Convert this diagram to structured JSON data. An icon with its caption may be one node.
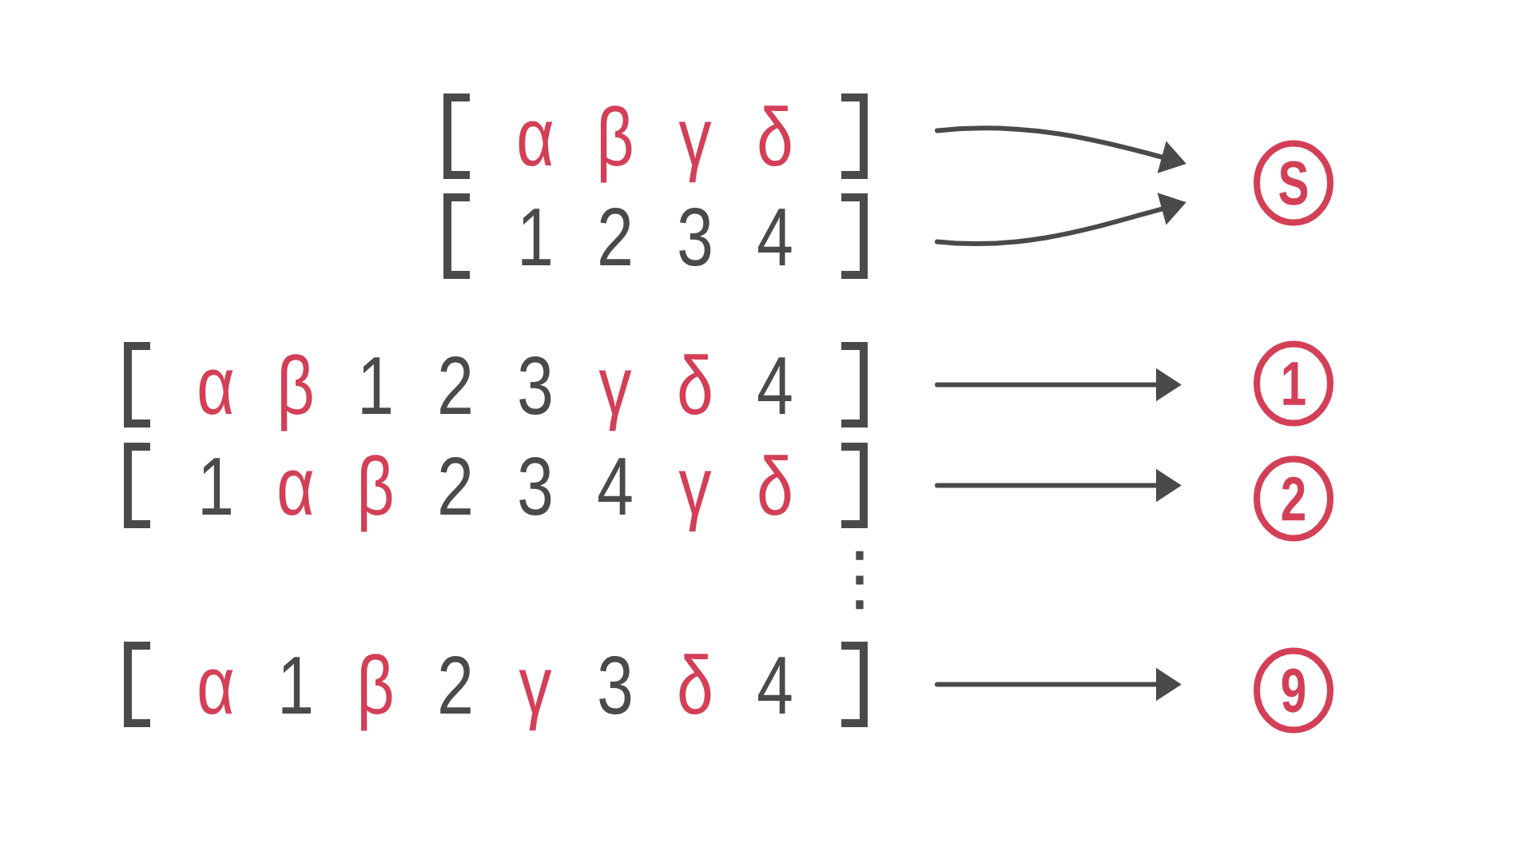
{
  "diagram": {
    "nodes": [
      {
        "text": [
          "α",
          "β",
          "γ",
          "δ"
        ]
      },
      {
        "text": [
          "1",
          "2",
          "3",
          "4"
        ]
      },
      {
        "text": [
          "S"
        ]
      },
      {
        "text": [
          "α",
          "β",
          "1",
          "2",
          "3",
          "γ",
          "δ",
          "4"
        ]
      },
      {
        "text": [
          "1"
        ]
      },
      {
        "text": [
          "1",
          "α",
          "β",
          "2",
          "3",
          "4",
          "γ",
          "δ"
        ]
      },
      {
        "text": [
          "2"
        ]
      },
      {
        "text": [
          "α",
          "1",
          "β",
          "2",
          "γ",
          "3",
          "δ",
          "4"
        ]
      },
      {
        "text": [
          "9"
        ]
      }
    ],
    "edges": [
      {
        "from": 0,
        "to": 2,
        "arrow": "to"
      },
      {
        "from": 1,
        "to": 2,
        "arrow": "to"
      },
      {
        "from": 3,
        "to": 4,
        "arrow": "to"
      },
      {
        "from": 5,
        "to": 6,
        "arrow": "to"
      },
      {
        "from": 7,
        "to": 8,
        "arrow": "to"
      }
    ],
    "labels": [
      "⋮"
    ]
  }
}
